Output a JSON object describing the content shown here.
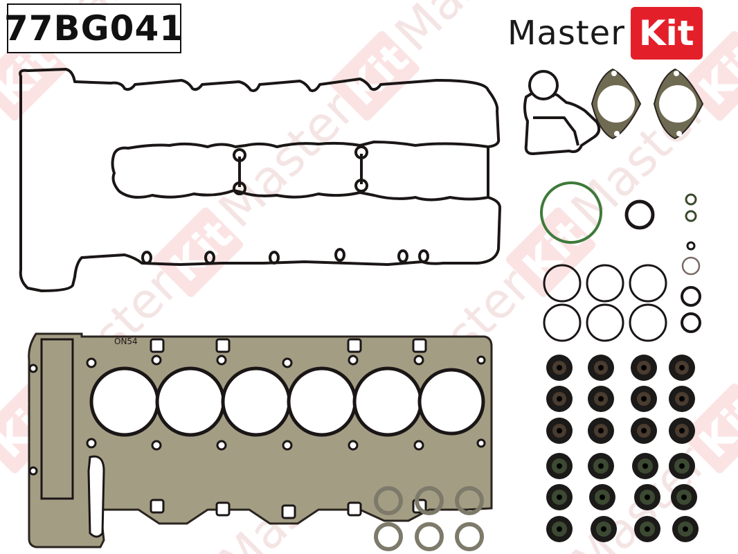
{
  "part_number": "77BG041",
  "brand": {
    "word": "Master",
    "badge": "Kit",
    "badge_color": "#e3202a",
    "text_color": "#1a1a1a"
  },
  "gasket_stamp": "ON54",
  "watermark": {
    "text": "MasterKit",
    "color": "#f6d9da"
  },
  "components": {
    "valve_cover_gasket": 1,
    "cylinder_head_gasket_cylinders": 6,
    "exhaust_flange_gaskets": 2,
    "valve_stem_seals": 24,
    "copper_washers": 6,
    "large_orings": 6
  },
  "colors": {
    "rubber": "#1b1616",
    "steel": "#a09a82",
    "green_oring": "#3e7a3a",
    "seal_green": "#3d4a33",
    "seal_brown": "#4a3c30",
    "washer": "#7d7a6a"
  }
}
